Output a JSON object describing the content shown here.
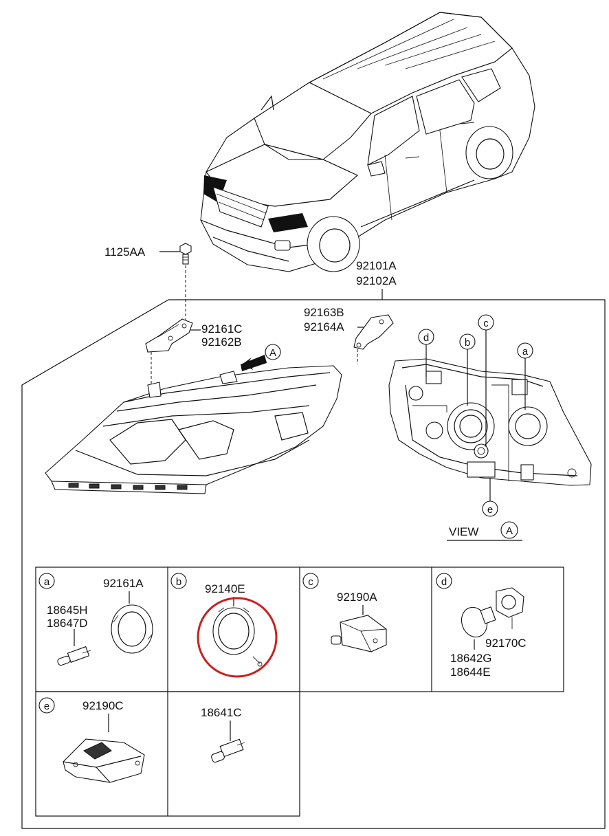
{
  "callouts": {
    "bolt": "1125AA",
    "assembly_1": "92101A",
    "assembly_2": "92102A",
    "bracket_left_1": "92161C",
    "bracket_left_2": "92162B",
    "bracket_right_1": "92163B",
    "bracket_right_2": "92164A",
    "view_arrow_letter": "A"
  },
  "rear_view": {
    "markers": [
      "d",
      "b",
      "c",
      "a",
      "e"
    ],
    "view_label": "VIEW",
    "view_letter": "A"
  },
  "detail_grid": [
    {
      "letter": "a",
      "parts": [
        "92161A",
        "18645H",
        "18647D"
      ]
    },
    {
      "letter": "b",
      "parts": [
        "92140E"
      ],
      "highlighted": true,
      "highlight_color": "#cc1f1f"
    },
    {
      "letter": "c",
      "parts": [
        "92190A"
      ]
    },
    {
      "letter": "d",
      "parts": [
        "92170C",
        "18642G",
        "18644E"
      ]
    },
    {
      "letter": "e",
      "parts": [
        "92190C"
      ]
    },
    {
      "letter": "",
      "parts": [
        "18641C"
      ]
    }
  ],
  "colors": {
    "line": "#111111",
    "highlight": "#cc1f1f",
    "background": "#ffffff"
  }
}
